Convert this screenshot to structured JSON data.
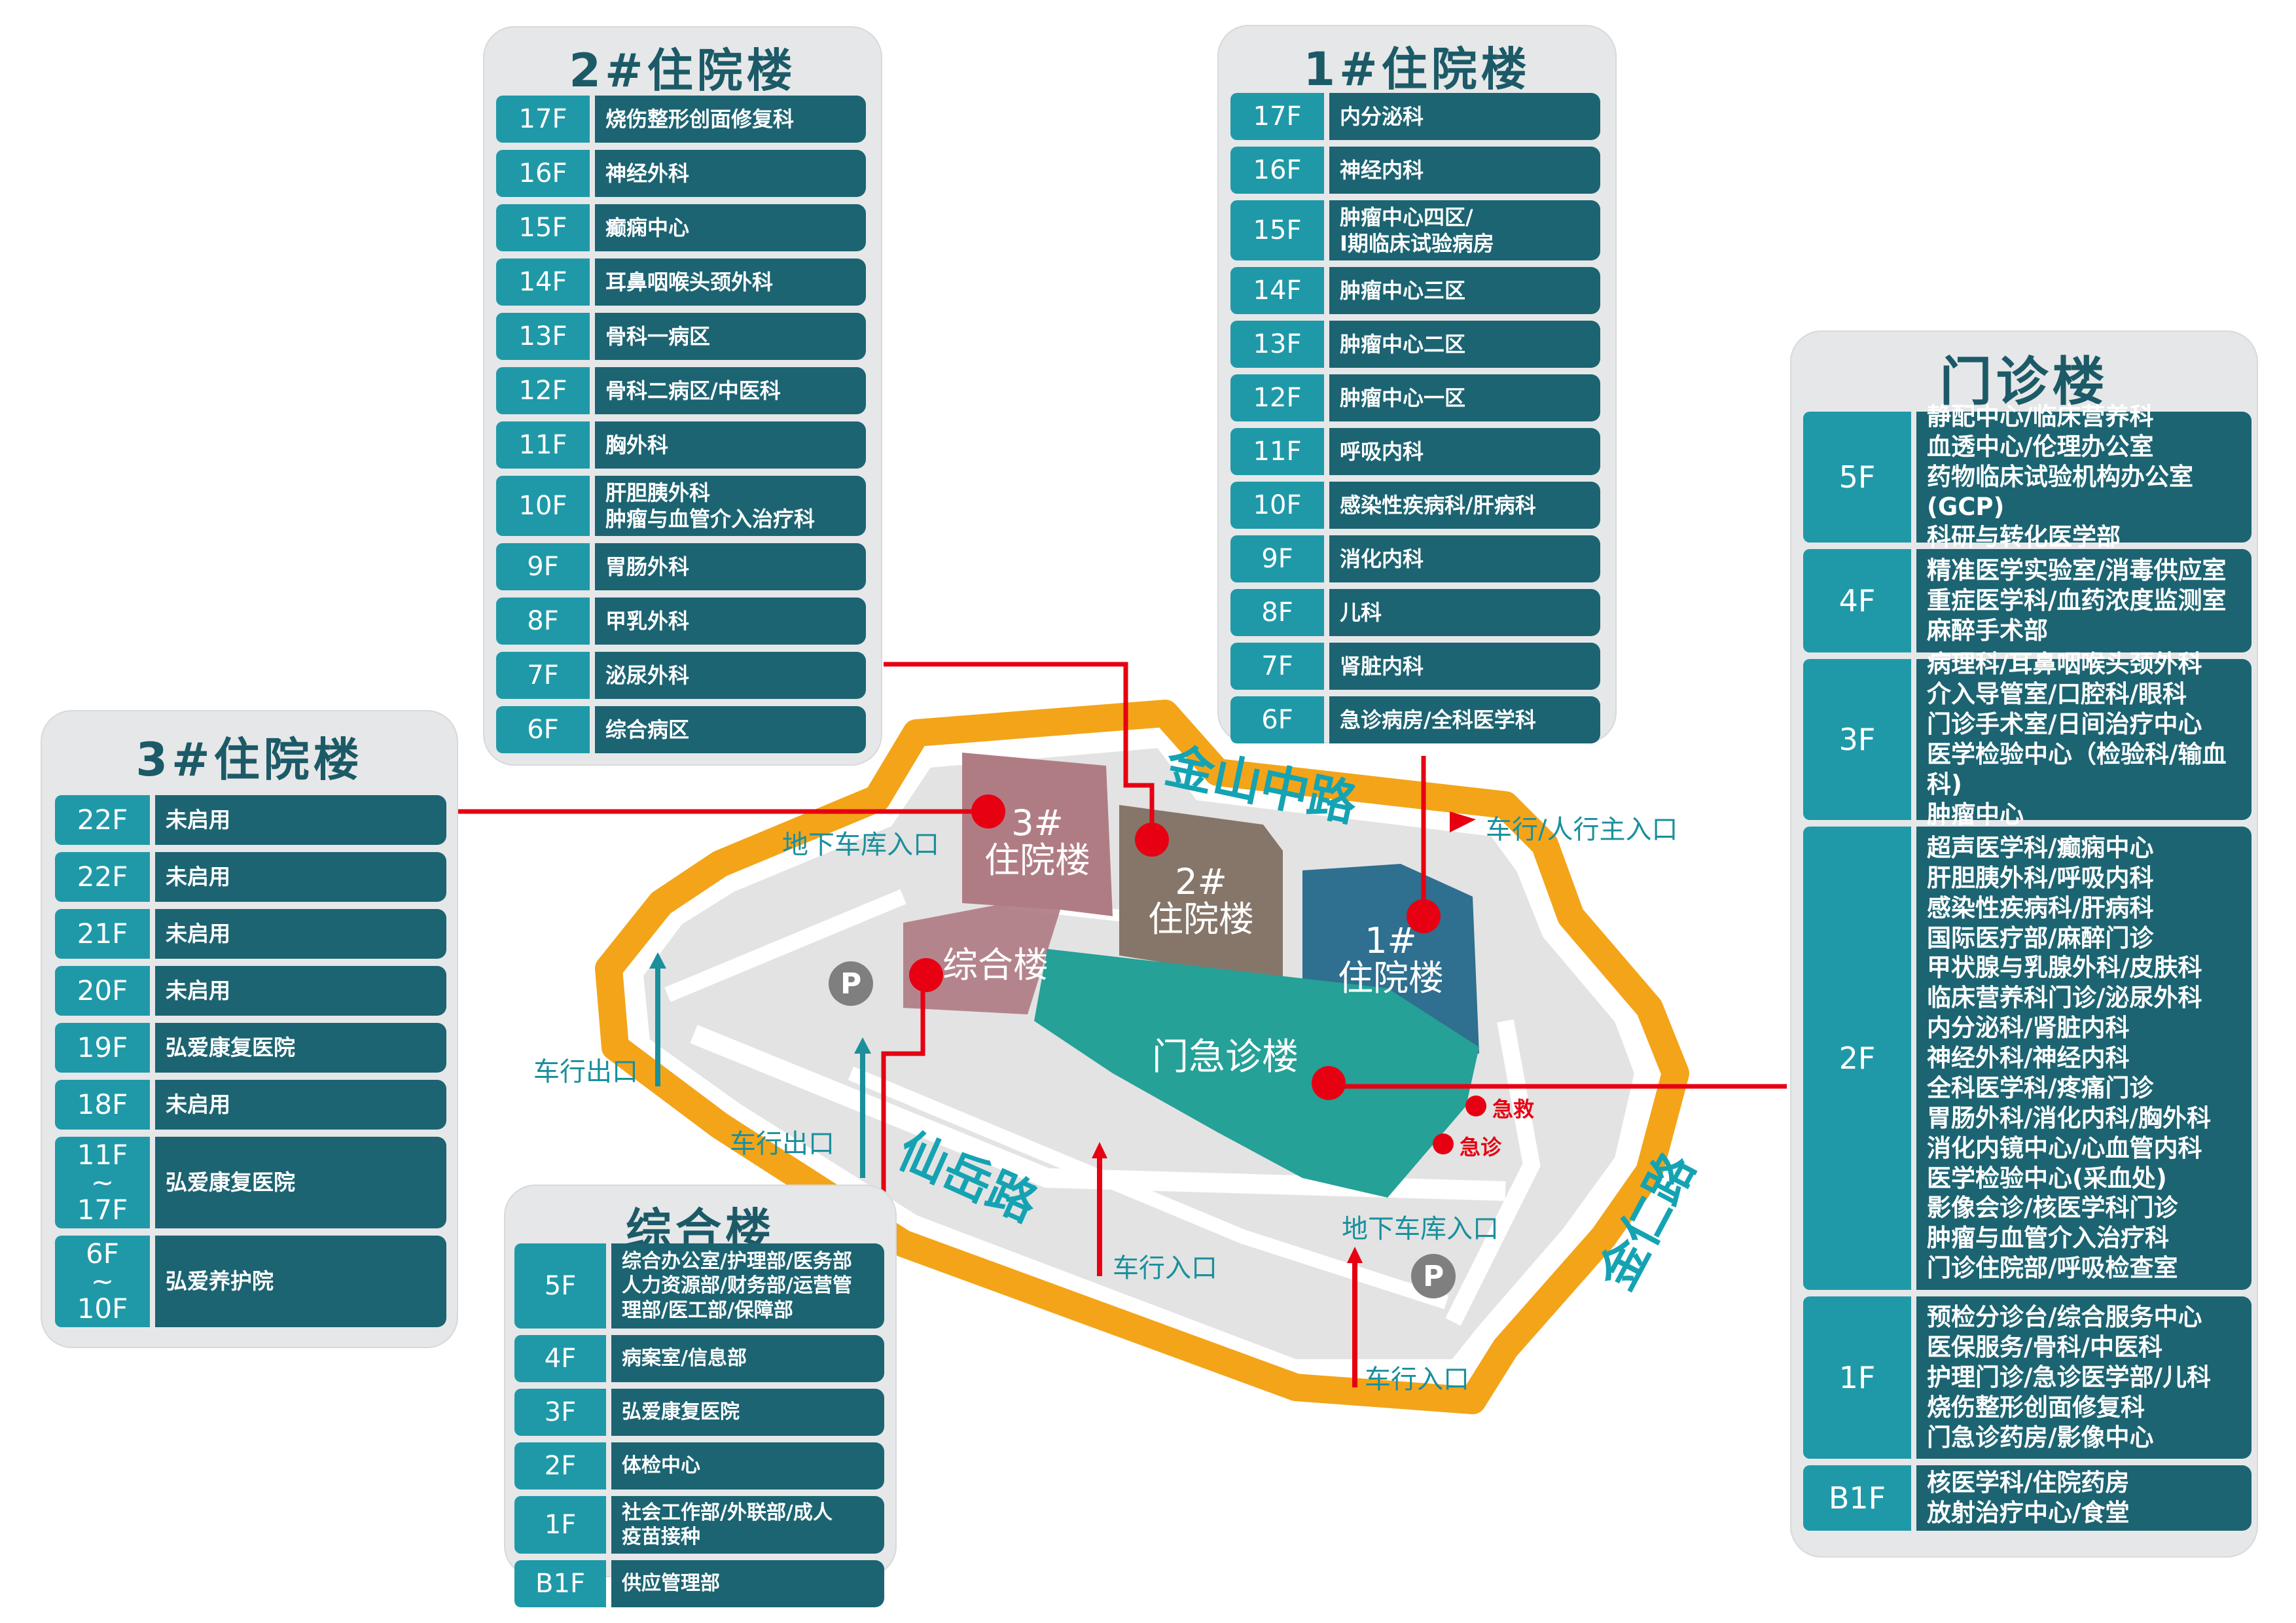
{
  "buildings": {
    "b2": {
      "title": "2#住院楼",
      "floors": [
        {
          "floor": "17F",
          "dept": "烧伤整形创面修复科"
        },
        {
          "floor": "16F",
          "dept": "神经外科"
        },
        {
          "floor": "15F",
          "dept": "癫痫中心"
        },
        {
          "floor": "14F",
          "dept": "耳鼻咽喉头颈外科"
        },
        {
          "floor": "13F",
          "dept": "骨科一病区"
        },
        {
          "floor": "12F",
          "dept": "骨科二病区/中医科"
        },
        {
          "floor": "11F",
          "dept": "胸外科"
        },
        {
          "floor": "10F",
          "dept": "肝胆胰外科\n肿瘤与血管介入治疗科"
        },
        {
          "floor": "9F",
          "dept": "胃肠外科"
        },
        {
          "floor": "8F",
          "dept": "甲乳外科"
        },
        {
          "floor": "7F",
          "dept": "泌尿外科"
        },
        {
          "floor": "6F",
          "dept": "综合病区"
        }
      ]
    },
    "b1": {
      "title": "1#住院楼",
      "floors": [
        {
          "floor": "17F",
          "dept": "内分泌科"
        },
        {
          "floor": "16F",
          "dept": "神经内科"
        },
        {
          "floor": "15F",
          "dept": "肿瘤中心四区/\nI期临床试验病房"
        },
        {
          "floor": "14F",
          "dept": "肿瘤中心三区"
        },
        {
          "floor": "13F",
          "dept": "肿瘤中心二区"
        },
        {
          "floor": "12F",
          "dept": "肿瘤中心一区"
        },
        {
          "floor": "11F",
          "dept": "呼吸内科"
        },
        {
          "floor": "10F",
          "dept": "感染性疾病科/肝病科"
        },
        {
          "floor": "9F",
          "dept": "消化内科"
        },
        {
          "floor": "8F",
          "dept": "儿科"
        },
        {
          "floor": "7F",
          "dept": "肾脏内科"
        },
        {
          "floor": "6F",
          "dept": "急诊病房/全科医学科"
        }
      ]
    },
    "b3": {
      "title": "3#住院楼",
      "floors": [
        {
          "floor": "22F",
          "dept": "未启用"
        },
        {
          "floor": "22F",
          "dept": "未启用"
        },
        {
          "floor": "21F",
          "dept": "未启用"
        },
        {
          "floor": "20F",
          "dept": "未启用"
        },
        {
          "floor": "19F",
          "dept": "弘爱康复医院"
        },
        {
          "floor": "18F",
          "dept": "未启用"
        },
        {
          "floor": "11F\n~\n17F",
          "dept": "弘爱康复医院"
        },
        {
          "floor": "6F\n~\n10F",
          "dept": "弘爱养护院"
        }
      ]
    },
    "zh": {
      "title": "综合楼",
      "floors": [
        {
          "floor": "5F",
          "dept": "综合办公室/护理部/医务部\n人力资源部/财务部/运营管\n理部/医工部/保障部"
        },
        {
          "floor": "4F",
          "dept": "病案室/信息部"
        },
        {
          "floor": "3F",
          "dept": "弘爱康复医院"
        },
        {
          "floor": "2F",
          "dept": "体检中心"
        },
        {
          "floor": "1F",
          "dept": "社会工作部/外联部/成人\n疫苗接种"
        },
        {
          "floor": "B1F",
          "dept": "供应管理部"
        }
      ]
    },
    "mz": {
      "title": "门诊楼",
      "floors": [
        {
          "floor": "5F",
          "dept": "静配中心/临床营养科\n血透中心/伦理办公室\n药物临床试验机构办公室(GCP)\n科研与转化医学部"
        },
        {
          "floor": "4F",
          "dept": "精准医学实验室/消毒供应室\n重症医学科/血药浓度监测室\n麻醉手术部"
        },
        {
          "floor": "3F",
          "dept": "病理科/耳鼻咽喉头颈外科\n介入导管室/口腔科/眼科\n门诊手术室/日间治疗中心\n医学检验中心（检验科/输血科)\n肿瘤中心"
        },
        {
          "floor": "2F",
          "dept": "超声医学科/癫痫中心\n肝胆胰外科/呼吸内科\n感染性疾病科/肝病科\n国际医疗部/麻醉门诊\n甲状腺与乳腺外科/皮肤科\n临床营养科门诊/泌尿外科\n内分泌科/肾脏内科\n神经外科/神经内科\n全科医学科/疼痛门诊\n胃肠外科/消化内科/胸外科\n消化内镜中心/心血管内科\n医学检验中心(采血处)\n影像会诊/核医学科门诊\n肿瘤与血管介入治疗科\n门诊住院部/呼吸检查室"
        },
        {
          "floor": "1F",
          "dept": "预检分诊台/综合服务中心\n医保服务/骨科/中医科\n护理门诊/急诊医学部/儿科\n烧伤整形创面修复科\n门急诊药房/影像中心"
        },
        {
          "floor": "B1F",
          "dept": "核医学科/住院药房\n放射治疗中心/食堂"
        }
      ]
    }
  },
  "map": {
    "roads": {
      "jinshan": "金山中路",
      "xianyue": "仙岳路",
      "jinren": "金仁路"
    },
    "buildings": {
      "b3": "3#\n住院楼",
      "b2": "2#\n住院楼",
      "b1": "1#\n住院楼",
      "zh": "综合楼",
      "mz": "门急诊楼"
    },
    "labels": {
      "garage_entry_nw": "地下车库入口",
      "main_entry": "车行/人行主入口",
      "exit_w": "车行出口",
      "exit_sw": "车行出口",
      "entry_s": "车行入口",
      "garage_entry_se": "地下车库入口",
      "entry_se": "车行入口",
      "emergency_rescue": "急救",
      "emergency_clinic": "急诊",
      "parking": "P"
    }
  },
  "colors": {
    "teal_floor": "#1f99a8",
    "teal_dept": "#1c6472",
    "road_orange": "#f4a419",
    "red": "#e60012",
    "b3": "#b07c84",
    "b2": "#86766a",
    "b1": "#2f6f8f",
    "mz": "#25a197"
  }
}
